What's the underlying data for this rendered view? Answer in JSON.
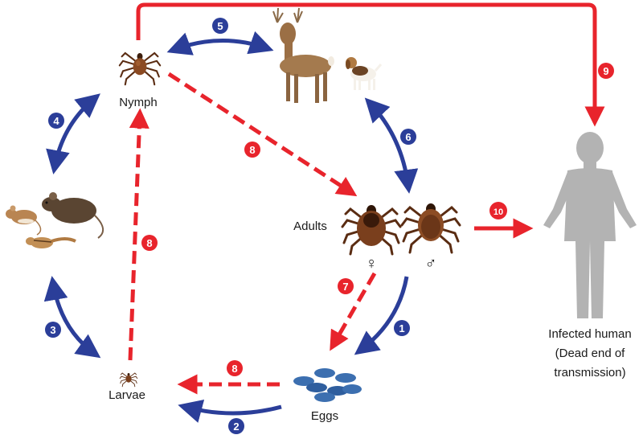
{
  "labels": {
    "nymph": "Nymph",
    "adults": "Adults",
    "larvae": "Larvae",
    "eggs": "Eggs",
    "female_symbol": "♀",
    "male_symbol": "♂",
    "human_line1": "Infected human",
    "human_line2": "(Dead end of",
    "human_line3": "transmission)"
  },
  "steps": {
    "s1": "1",
    "s2": "2",
    "s3": "3",
    "s4": "4",
    "s5": "5",
    "s6": "6",
    "s7": "7",
    "s8a": "8",
    "s8b": "8",
    "s8c": "8",
    "s9": "9",
    "s10": "10"
  },
  "colors": {
    "blue_arrow": "#2b3e99",
    "red_arrow": "#e8242c",
    "tick_body": "#6b3618",
    "human": "#b3b3b3",
    "egg": "#3c6fb0"
  },
  "icons": {
    "nymph": "tick-nymph-icon",
    "deer": "deer-icon",
    "dog": "dog-icon",
    "mouse": "mouse-icon",
    "rat": "rat-icon",
    "chipmunk": "chipmunk-icon",
    "female_tick": "female-tick-icon",
    "male_tick": "male-tick-icon",
    "larva": "larva-tick-icon",
    "eggs": "eggs-icon",
    "human": "human-silhouette-icon"
  }
}
